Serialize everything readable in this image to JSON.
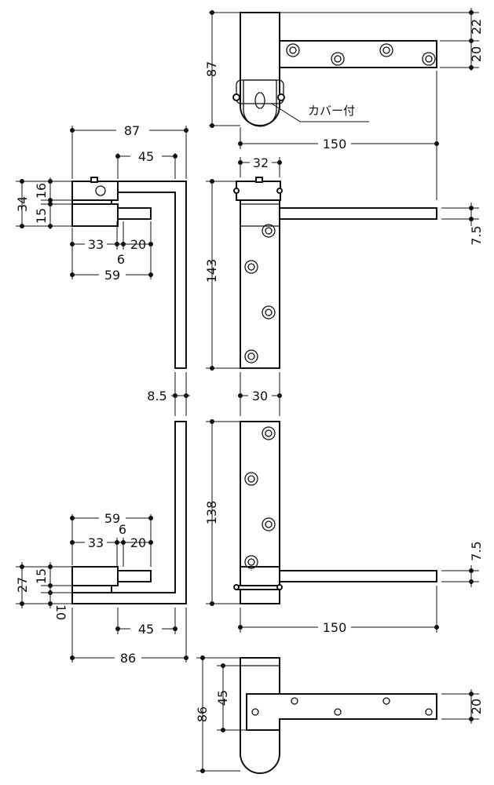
{
  "labels": {
    "top_height_87": "87",
    "top_right_22": "22",
    "top_right_20": "20",
    "cover_note": "カバー付",
    "top_width_150": "150",
    "upper_width_87": "87",
    "upper_width_45": "45",
    "upper_width_32": "32",
    "upper_h_34": "34",
    "upper_h_16": "16",
    "upper_h_15": "15",
    "upper_w_33": "33",
    "upper_w_20": "20",
    "upper_w_6": "6",
    "upper_w_59": "59",
    "upper_h_143": "143",
    "upper_right_7_5": "7.5",
    "gap_8_5": "8.5",
    "gap_30": "30",
    "lower_h_138": "138",
    "lower_w_59": "59",
    "lower_w_6": "6",
    "lower_w_33": "33",
    "lower_w_20": "20",
    "lower_h_27": "27",
    "lower_h_15": "15",
    "lower_h_10": "10",
    "lower_right_7_5": "7.5",
    "lower_w_45": "45",
    "lower_width_150": "150",
    "lower_width_86": "86",
    "bottom_h_86": "86",
    "bottom_h_45": "45",
    "bottom_right_20": "20"
  }
}
